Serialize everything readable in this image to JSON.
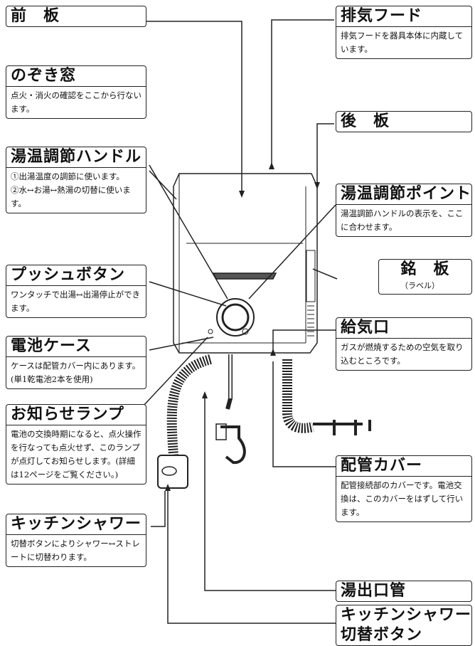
{
  "labels": {
    "front_panel": {
      "title": "前　板"
    },
    "exhaust_hood": {
      "title": "排気フード",
      "desc": "排気フードを器具本体に内蔵しています。"
    },
    "peep_window": {
      "title": "のぞき窓",
      "desc": "点火・消火の確認をここから行ないます。"
    },
    "back_panel": {
      "title": "後　板"
    },
    "temp_handle": {
      "title": "湯温調節ハンドル",
      "desc_1": "①出湯温度の調節に使います。",
      "desc_2": "②水↔お湯↔熱湯の切替に使います。"
    },
    "temp_point": {
      "title": "湯温調節ポイント",
      "desc": "湯温調節ハンドルの表示を、ここに合わせます。"
    },
    "push_button": {
      "title": "プッシュボタン",
      "desc": "ワンタッチで出湯↔出湯停止ができます。"
    },
    "name_plate": {
      "title": "銘　板",
      "sub": "（ラベル）"
    },
    "battery_case": {
      "title": "電池ケース",
      "desc": "ケースは配管カバー内にあります。(単1乾電池2本を使用)"
    },
    "air_intake": {
      "title": "給気口",
      "desc": "ガスが燃焼するための空気を取り込むところです。"
    },
    "notice_lamp": {
      "title": "お知らせランプ",
      "desc": "電池の交換時期になると、点火操作を行なっても点火せず、このランプが点灯してお知らせします。(詳細は12ページをご覧ください。)"
    },
    "pipe_cover": {
      "title": "配管カバー",
      "desc": "配管接続部のカバーです。電池交換は、このカバーをはずして行います。"
    },
    "kitchen_shower": {
      "title": "キッチンシャワー",
      "desc": "切替ボタンによりシャワー↔ストレートに切替わります。"
    },
    "outlet_pipe": {
      "title": "湯出口管"
    },
    "shower_switch": {
      "title_1": "キッチンシャワー",
      "title_2": "切替ボタン"
    }
  }
}
